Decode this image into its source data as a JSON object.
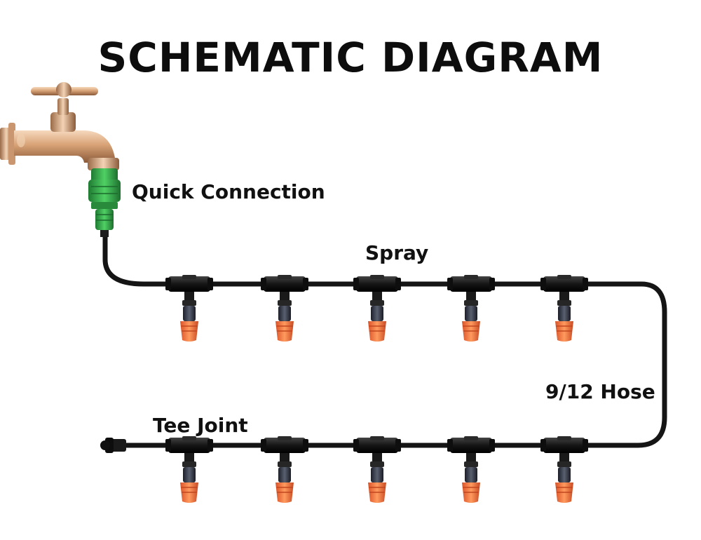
{
  "title": "SCHEMATIC DIAGRAM",
  "labels": {
    "quick_connection": "Quick Connection",
    "spray": "Spray",
    "hose": "9/12 Hose",
    "tee_joint": "Tee Joint"
  },
  "colors": {
    "hose": "#151515",
    "tee": "#1a1a1a",
    "nozzle": "#f0713a",
    "connector": "#35b04a",
    "faucet": "#d9a57a"
  },
  "icons": [
    "faucet-icon",
    "quick-connector-icon",
    "tee-joint-icon",
    "spray-nozzle-icon",
    "end-plug-icon"
  ]
}
